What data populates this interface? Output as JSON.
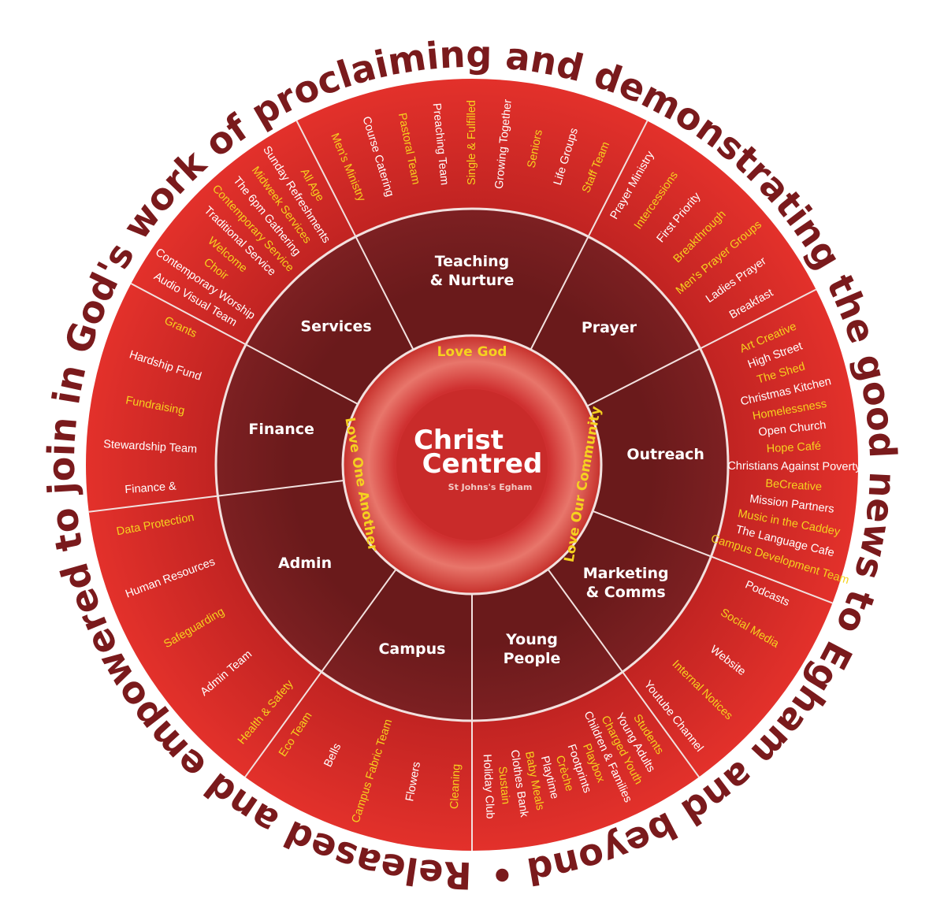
{
  "outer_text": "Released and empowered to join in God's work of proclaiming and demonstrating the good news to Egham and beyond •",
  "center": {
    "line1": "Christ",
    "line2": "Centred",
    "subtitle": "St Johns's Egham"
  },
  "core_values": [
    "Love God",
    "Love Our Community",
    "Love One Another"
  ],
  "colors": {
    "outer_text": "#7a1a1c",
    "outer_ring": "#d12a27",
    "inner_ring": "#6e1c1d",
    "divider": "#f2e1df",
    "yellow_text": "#f5d21f",
    "white_text": "#ffffff"
  },
  "ministries": [
    {
      "name": "Teaching\n& Nurture",
      "items": [
        {
          "text": "Men's Ministry",
          "color": "yellow"
        },
        {
          "text": "Course Catering",
          "color": "white"
        },
        {
          "text": "Pastoral Team",
          "color": "yellow"
        },
        {
          "text": "Preaching Team",
          "color": "white"
        },
        {
          "text": "Single & Fulfilled",
          "color": "yellow"
        },
        {
          "text": "Growing Together",
          "color": "white"
        },
        {
          "text": "Seniors",
          "color": "yellow"
        },
        {
          "text": "Life Groups",
          "color": "white"
        },
        {
          "text": "Staff Team",
          "color": "yellow"
        }
      ]
    },
    {
      "name": "Prayer",
      "items": [
        {
          "text": "Prayer Ministry",
          "color": "white"
        },
        {
          "text": "Intercessions",
          "color": "yellow"
        },
        {
          "text": "First Priority",
          "color": "white"
        },
        {
          "text": "Breakthrough",
          "color": "yellow"
        },
        {
          "text": "Men's Prayer Groups",
          "color": "yellow"
        },
        {
          "text": "Ladies Prayer",
          "color": "white"
        },
        {
          "text": "Breakfast",
          "color": "white"
        }
      ]
    },
    {
      "name": "Outreach",
      "items": [
        {
          "text": "Art Creative",
          "color": "yellow"
        },
        {
          "text": "High Street",
          "color": "white"
        },
        {
          "text": "The Shed",
          "color": "yellow"
        },
        {
          "text": "Christmas Kitchen",
          "color": "white"
        },
        {
          "text": "Homelessness",
          "color": "yellow"
        },
        {
          "text": "Open Church",
          "color": "white"
        },
        {
          "text": "Hope Café",
          "color": "yellow"
        },
        {
          "text": "Christians Against Poverty",
          "color": "white"
        },
        {
          "text": "BeCreative",
          "color": "yellow"
        },
        {
          "text": "Mission Partners",
          "color": "white"
        },
        {
          "text": "Music in the Caddey",
          "color": "yellow"
        },
        {
          "text": "The Language Cafe",
          "color": "white"
        },
        {
          "text": "Campus Development Team",
          "color": "yellow"
        }
      ]
    },
    {
      "name": "Marketing\n& Comms",
      "items": [
        {
          "text": "Podcasts",
          "color": "white"
        },
        {
          "text": "Social Media",
          "color": "yellow"
        },
        {
          "text": "Website",
          "color": "white"
        },
        {
          "text": "Internal Notices",
          "color": "yellow"
        },
        {
          "text": "Youtube Channel",
          "color": "white"
        }
      ]
    },
    {
      "name": "Young\nPeople",
      "items": [
        {
          "text": "Students",
          "color": "yellow"
        },
        {
          "text": "Young Adults",
          "color": "white"
        },
        {
          "text": "Charged Youth",
          "color": "yellow"
        },
        {
          "text": "Children & Families",
          "color": "white"
        },
        {
          "text": "Playbox",
          "color": "yellow"
        },
        {
          "text": "Footprints",
          "color": "white"
        },
        {
          "text": "Crèche",
          "color": "yellow"
        },
        {
          "text": "Playtime",
          "color": "white"
        },
        {
          "text": "Baby Meals",
          "color": "yellow"
        },
        {
          "text": "Clothes Bank",
          "color": "white"
        },
        {
          "text": "Sustain",
          "color": "yellow"
        },
        {
          "text": "Holiday Club",
          "color": "white"
        }
      ]
    },
    {
      "name": "Campus",
      "items": [
        {
          "text": "Cleaning",
          "color": "yellow"
        },
        {
          "text": "Flowers",
          "color": "white"
        },
        {
          "text": "Campus Fabric Team",
          "color": "yellow"
        },
        {
          "text": "Bells",
          "color": "white"
        },
        {
          "text": "Eco Team",
          "color": "yellow"
        }
      ]
    },
    {
      "name": "Admin",
      "items": [
        {
          "text": "Health & Safety",
          "color": "yellow"
        },
        {
          "text": "Admin Team",
          "color": "white"
        },
        {
          "text": "Safeguarding",
          "color": "yellow"
        },
        {
          "text": "Human Resources",
          "color": "white"
        },
        {
          "text": "Data Protection",
          "color": "yellow"
        }
      ]
    },
    {
      "name": "Finance",
      "items": [
        {
          "text": "Finance &",
          "color": "white"
        },
        {
          "text": "Stewardship Team",
          "color": "white"
        },
        {
          "text": "Fundraising",
          "color": "yellow"
        },
        {
          "text": "Hardship Fund",
          "color": "white"
        },
        {
          "text": "Grants",
          "color": "yellow"
        }
      ]
    },
    {
      "name": "Services",
      "items": [
        {
          "text": "Audio Visual Team",
          "color": "white"
        },
        {
          "text": "Contemporary Worship",
          "color": "white"
        },
        {
          "text": "Choir",
          "color": "yellow"
        },
        {
          "text": "Welcome",
          "color": "yellow"
        },
        {
          "text": "Traditional Service",
          "color": "white"
        },
        {
          "text": "Contemporary Service",
          "color": "yellow"
        },
        {
          "text": "The 6pm Gathering",
          "color": "white"
        },
        {
          "text": "Midweek Services",
          "color": "yellow"
        },
        {
          "text": "Sunday Refreshments",
          "color": "white"
        },
        {
          "text": "All Age",
          "color": "yellow"
        }
      ]
    }
  ]
}
